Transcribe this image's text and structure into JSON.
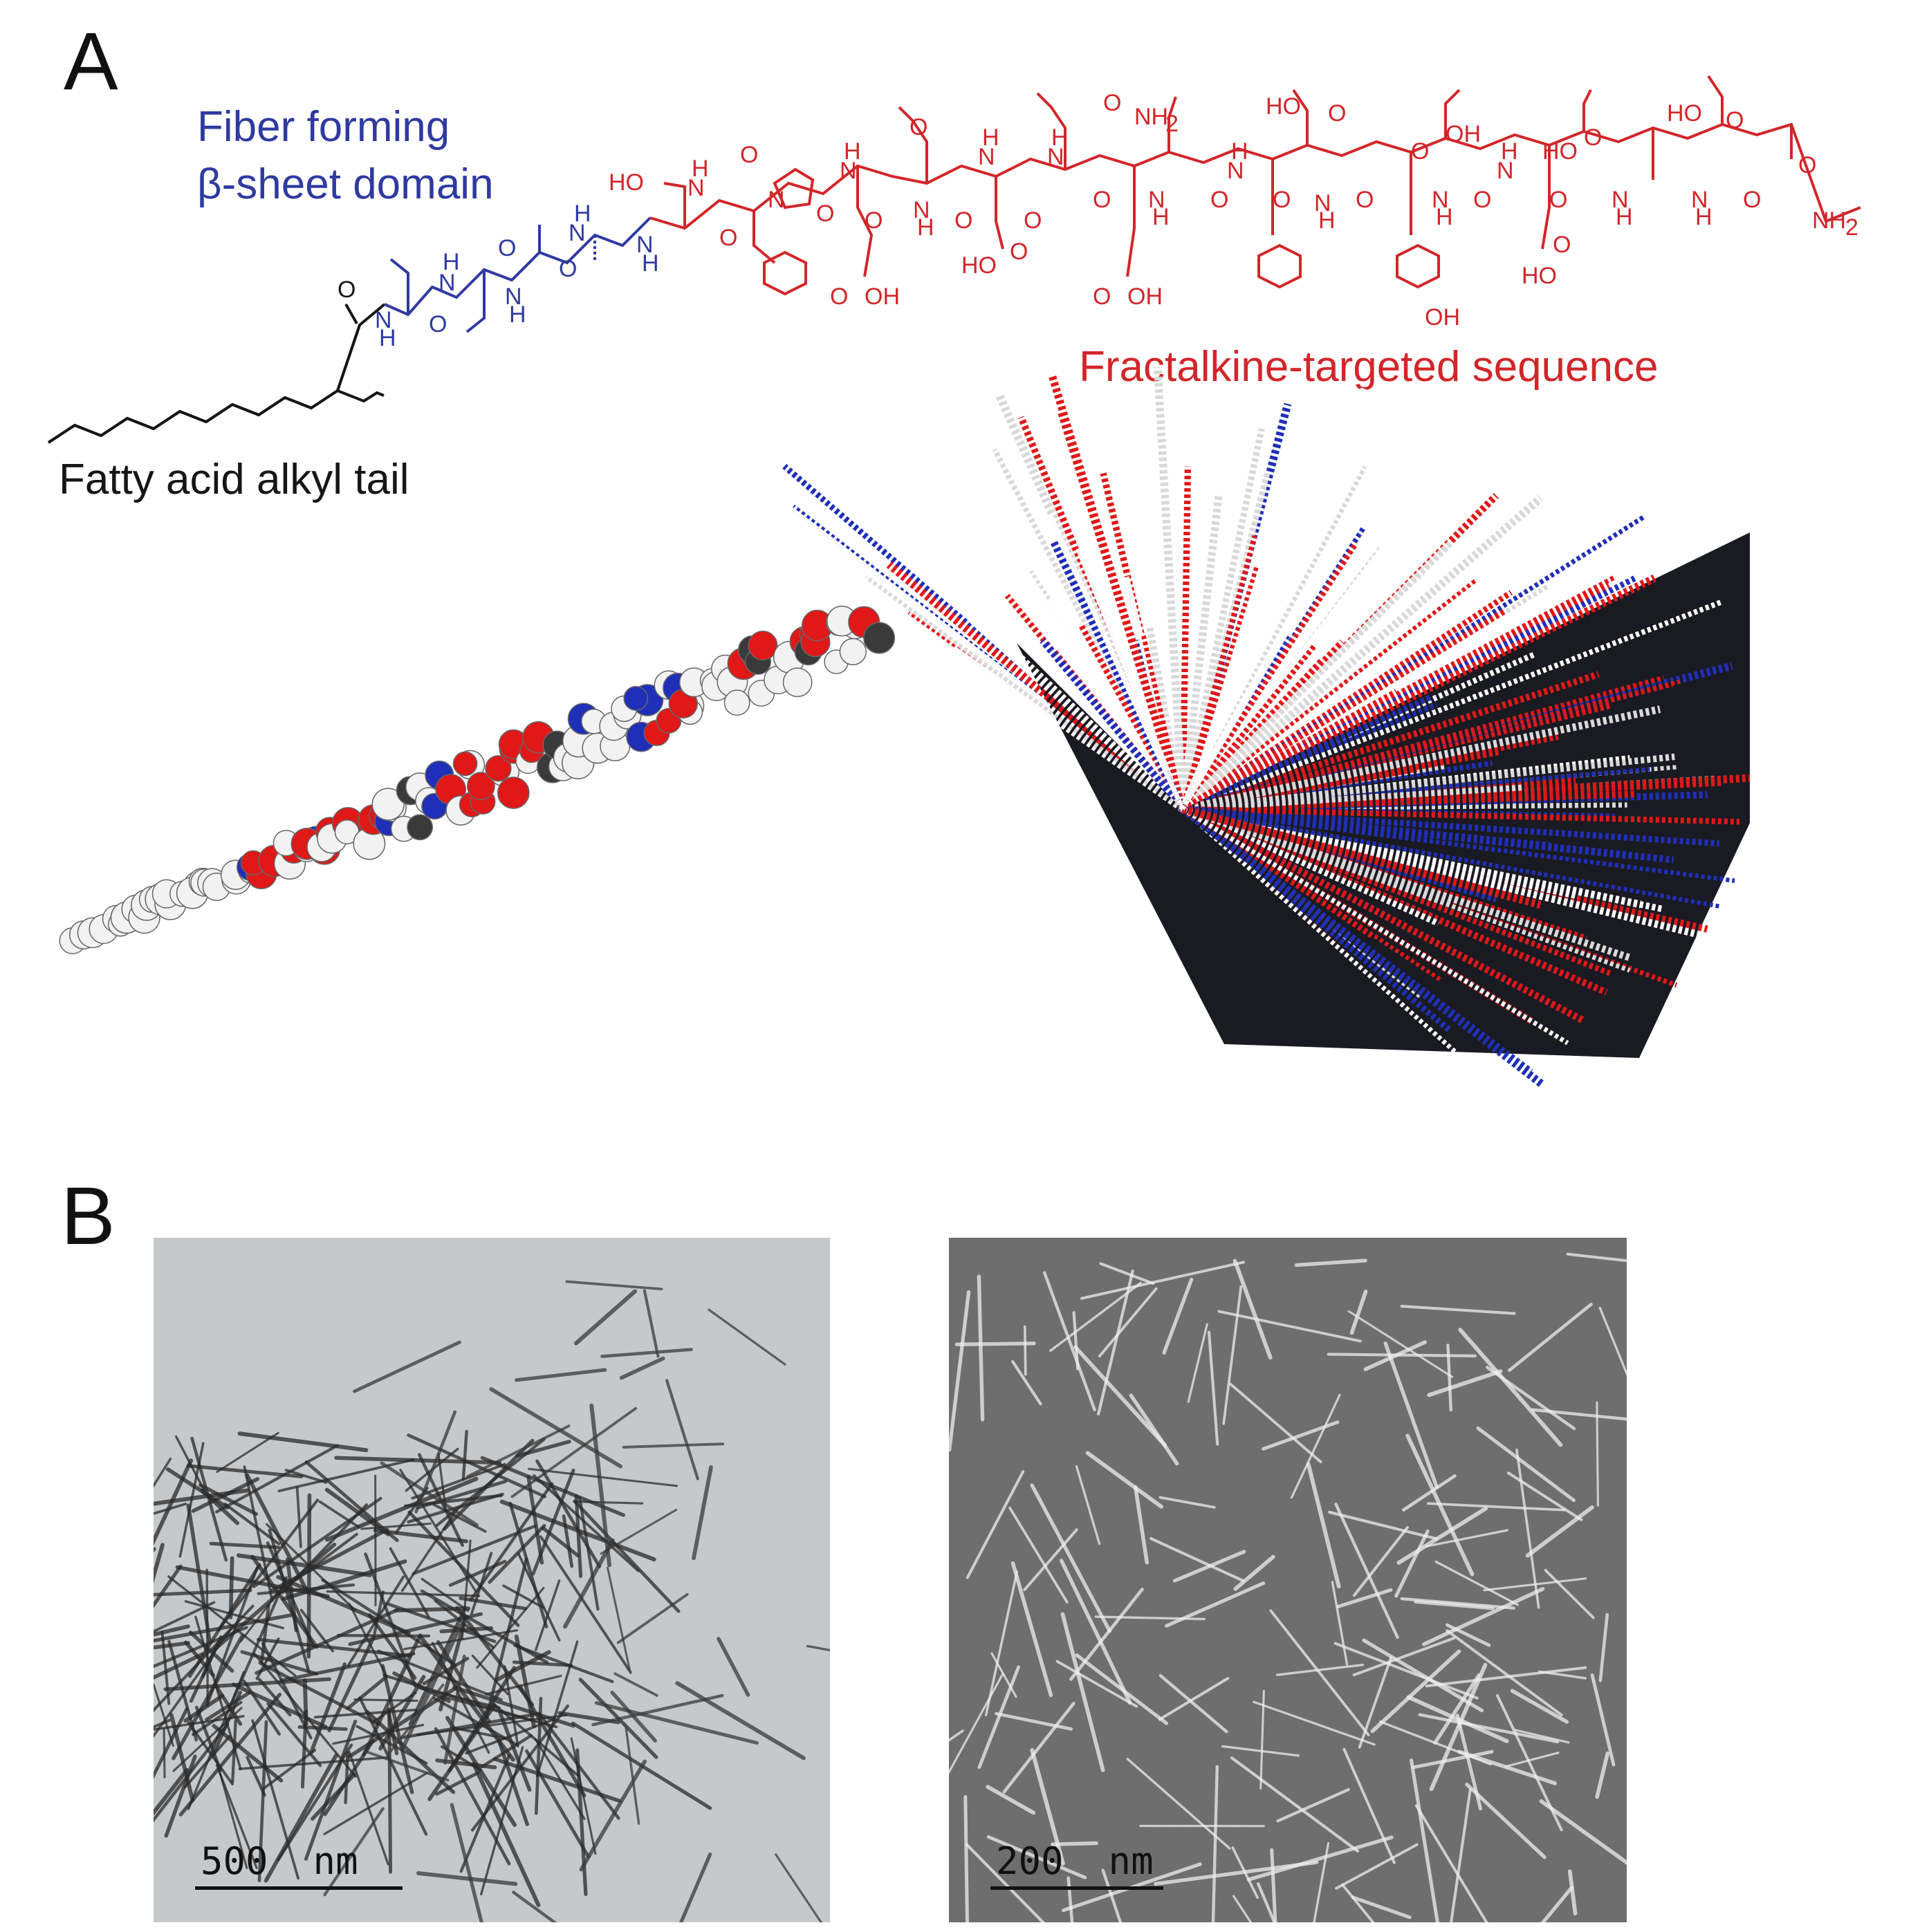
{
  "figure": {
    "panel_a": {
      "letter": "A",
      "labels": {
        "beta_sheet_line1": "Fiber forming",
        "beta_sheet_line2": "β-sheet domain",
        "targeted_sequence": "Fractalkine-targeted sequence",
        "alkyl_tail": "Fatty acid alkyl tail"
      },
      "chem_atoms": {
        "HO": "HO",
        "OH": "OH",
        "NH2": "NH₂",
        "H": "H",
        "N": "N",
        "O": "O"
      }
    },
    "panel_b": {
      "letter": "B",
      "left_scalebar": "500  nm",
      "right_scalebar": "200  nm"
    }
  },
  "colors": {
    "blue": "#2f3aa0",
    "red": "#d2262a",
    "black": "#161616",
    "oxygen": "#e01818",
    "nitrogen": "#1f2fb8",
    "carbon": "#3a3a3a",
    "hydrogen": "#f2f2f2"
  }
}
